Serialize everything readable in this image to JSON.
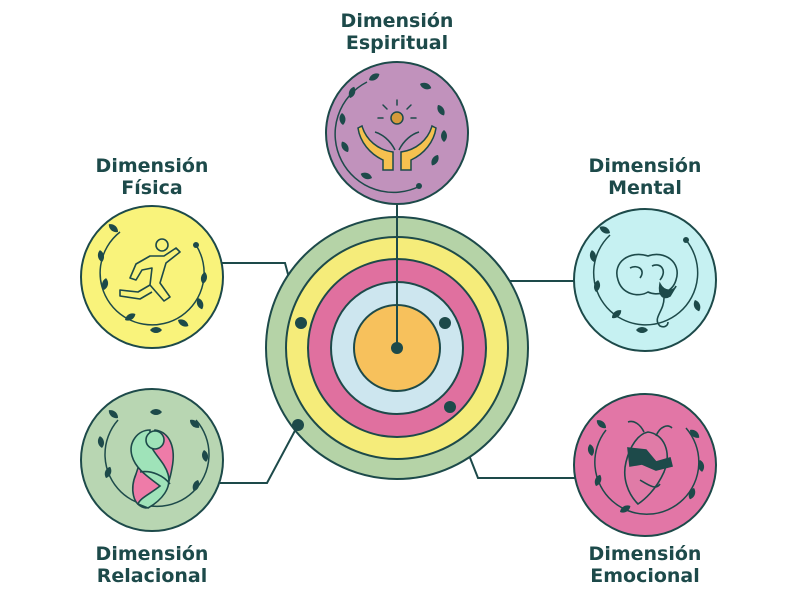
{
  "colors": {
    "outline": "#1d4a4a",
    "ring_green": "#b5d3a7",
    "ring_yellow": "#f5ec7a",
    "ring_pink": "#e0709f",
    "ring_lightblue": "#cde6ef",
    "core_orange": "#f7c15c",
    "espiritual_bg": "#c192bc",
    "fisica_bg": "#f9f37b",
    "mental_bg": "#c6f1f2",
    "relacional_bg": "#b8d6b2",
    "emocional_bg": "#e276a6",
    "leaf": "#1d4a4a",
    "hands": "#f5c14f",
    "person_green": "#9fe3b9",
    "person_pink": "#ee7ba8"
  },
  "dimensions": {
    "espiritual": {
      "line1": "Dimensión",
      "line2": "Espiritual",
      "icon": "hands-light-icon"
    },
    "fisica": {
      "line1": "Dimensión",
      "line2": "Física",
      "icon": "running-person-icon"
    },
    "mental": {
      "line1": "Dimensión",
      "line2": "Mental",
      "icon": "brain-icon"
    },
    "relacional": {
      "line1": "Dimensión",
      "line2": "Relacional",
      "icon": "embrace-icon"
    },
    "emocional": {
      "line1": "Dimensión",
      "line2": "Emocional",
      "icon": "heart-icon"
    }
  }
}
